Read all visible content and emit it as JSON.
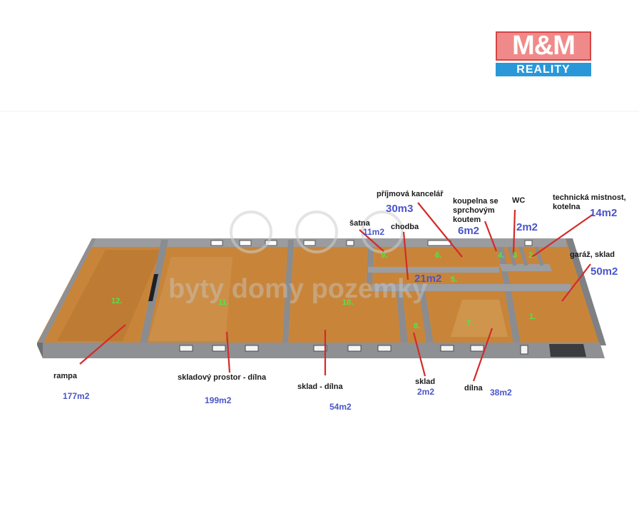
{
  "logo": {
    "top": "M&M",
    "bottom": "REALITY"
  },
  "watermark": "byty domy pozemky",
  "rooms": [
    {
      "num": "1.",
      "name": "garáž, sklad",
      "area": "50m2"
    },
    {
      "num": "2.",
      "name": "technická mistnost, kotelna",
      "area": "14m2"
    },
    {
      "num": "3",
      "name": "WC",
      "area": "2m2"
    },
    {
      "num": "4.",
      "name": "koupelna se sprchovým koutem",
      "area": "6m2"
    },
    {
      "num": "5.",
      "name": "chodba",
      "area": "21m2"
    },
    {
      "num": "6.",
      "name": "příjmová kancelář",
      "area": "30m3"
    },
    {
      "num": "7.",
      "name": "dílna",
      "area": "38m2"
    },
    {
      "num": "8.",
      "name": "sklad",
      "area": "2m2"
    },
    {
      "num": "9.",
      "name": "šatna",
      "area": "11m2"
    },
    {
      "num": "10.",
      "name": "sklad - dílna",
      "area": "54m2"
    },
    {
      "num": "11.",
      "name": "skladový prostor - dílna",
      "area": "199m2"
    },
    {
      "num": "12.",
      "name": "rampa",
      "area": "177m2"
    }
  ],
  "colors": {
    "floor": "#c8853a",
    "wall": "#8e9094",
    "leader": "#d42a2a",
    "area_text": "#4a55c9",
    "room_number": "#4ce84c"
  }
}
